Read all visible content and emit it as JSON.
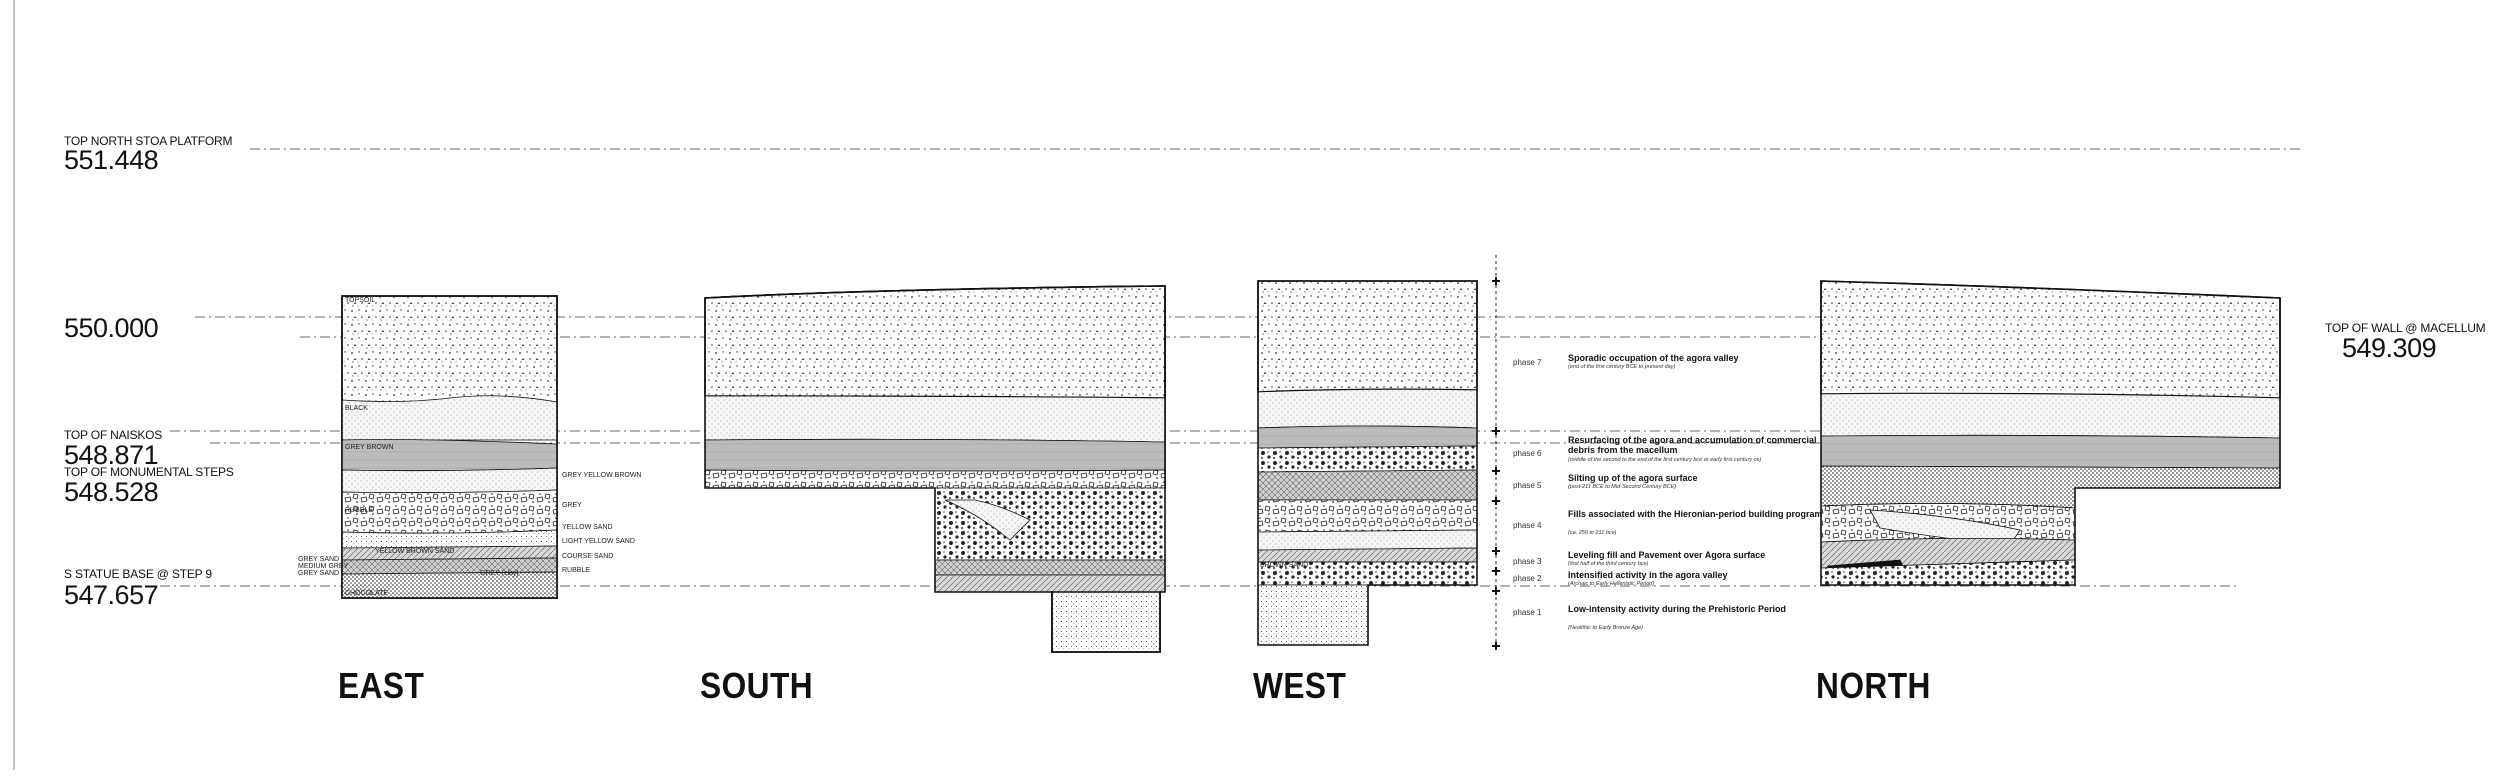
{
  "datum_lines": {
    "top_north_stoa": {
      "label": "TOP NORTH STOA PLATFORM",
      "value": "551.448"
    },
    "elev_550": {
      "value": "550.000"
    },
    "top_naiskos": {
      "label": "TOP OF NAISKOS",
      "value": "548.871"
    },
    "top_steps": {
      "label": "TOP OF MONUMENTAL STEPS",
      "value": "548.528"
    },
    "statue_base": {
      "label": "S STATUE BASE @ STEP 9",
      "value": "547.657"
    },
    "top_wall": {
      "label": "TOP OF WALL @ MACELLUM",
      "value": "549.309"
    }
  },
  "sections": {
    "east": "EAST",
    "south": "SOUTH",
    "west": "WEST",
    "north": "NORTH"
  },
  "east_layers": {
    "topsoil": "TOPSOIL",
    "black": "BLACK",
    "grey_brown": "GREY BROWN",
    "grey_yellow_brown": "GREY YELLOW BROWN",
    "rubble_left": "RUBBLE",
    "grey": "GREY",
    "yellow_sand": "YELLOW SAND",
    "light_yellow_sand": "LIGHT YELLOW SAND",
    "course_sand": "COURSE SAND",
    "yellow_brown_sand": "YELLOW BROWN SAND",
    "grey_sand": "GREY SAND",
    "medium_grey": "MEDIUM GREY",
    "grey_sand_2": "GREY SAND",
    "grey_clay": "GREY (clay)",
    "rubble_right": "RUBBLE",
    "chocolate": "CHOCOLATE"
  },
  "west_layers": {
    "brown_sand": "BROWN SAND"
  },
  "phases": [
    {
      "num": "phase 7",
      "title": "Sporadic occupation of the agora valley",
      "sub": "(end of the first century BCE to present day)"
    },
    {
      "num": "phase 6",
      "title": "Resurfacing of the agora and accumulation of commercial debris from the macellum",
      "sub": "(middle of the second to the end of the first century bce or early first century ce)"
    },
    {
      "num": "phase 5",
      "title": "Silting up of the agora surface",
      "sub": "(post-211 BCE to Mid-Second Century BCE)"
    },
    {
      "num": "phase 4",
      "title": "Fills associated with the Hieronian-period building program",
      "sub": "(ca. 250 to 211 bce)"
    },
    {
      "num": "phase 3",
      "title": "Leveling fill and Pavement over Agora surface",
      "sub": "(first half of the third century bce)"
    },
    {
      "num": "phase 2",
      "title": "Intensified activity in the agora valley",
      "sub": "(Archaic to Early Hellenistic Period)"
    },
    {
      "num": "phase 1",
      "title": "Low-intensity activity during the Prehistoric Period",
      "sub": "(Neolithic to Early Bronze Age)"
    }
  ],
  "colors": {
    "ink": "#111111",
    "grey_band": "#bdbdbd",
    "light_band": "#e6e6e6"
  }
}
